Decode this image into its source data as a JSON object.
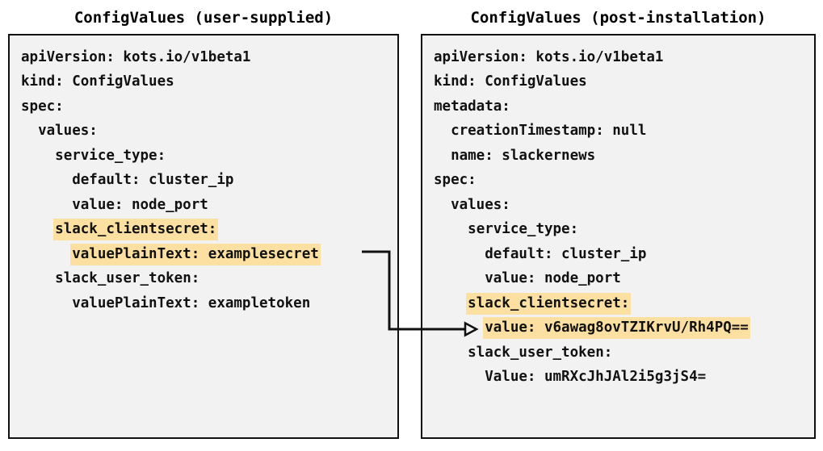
{
  "diagram": {
    "type": "two-panel-yaml-comparison",
    "background_color": "#ffffff",
    "panel_fill_color": "#f2f2f2",
    "panel_border_color": "#111111",
    "highlight_color": "#fce0a2",
    "text_color": "#111111",
    "annotation": "Arrow connects the user-supplied plaintext secret to the post-installation encrypted value"
  },
  "left_panel": {
    "title": "ConfigValues (user-supplied)",
    "lines": [
      {
        "text": "apiVersion: kots.io/v1beta1",
        "indent": 0,
        "highlight": false
      },
      {
        "text": "kind: ConfigValues",
        "indent": 0,
        "highlight": false
      },
      {
        "text": "spec:",
        "indent": 0,
        "highlight": false
      },
      {
        "text": "values:",
        "indent": 1,
        "highlight": false
      },
      {
        "text": "service_type:",
        "indent": 2,
        "highlight": false
      },
      {
        "text": "default: cluster_ip",
        "indent": 3,
        "highlight": false
      },
      {
        "text": "value: node_port",
        "indent": 3,
        "highlight": false
      },
      {
        "text": "slack_clientsecret:",
        "indent": 2,
        "highlight": true
      },
      {
        "text": "valuePlainText: examplesecret",
        "indent": 3,
        "highlight": true
      },
      {
        "text": "slack_user_token:",
        "indent": 2,
        "highlight": false
      },
      {
        "text": "valuePlainText: exampletoken",
        "indent": 3,
        "highlight": false
      }
    ]
  },
  "right_panel": {
    "title": "ConfigValues (post-installation)",
    "lines": [
      {
        "text": "apiVersion: kots.io/v1beta1",
        "indent": 0,
        "highlight": false
      },
      {
        "text": "kind: ConfigValues",
        "indent": 0,
        "highlight": false
      },
      {
        "text": "metadata:",
        "indent": 0,
        "highlight": false
      },
      {
        "text": "creationTimestamp: null",
        "indent": 1,
        "highlight": false
      },
      {
        "text": "name: slackernews",
        "indent": 1,
        "highlight": false
      },
      {
        "text": "spec:",
        "indent": 0,
        "highlight": false
      },
      {
        "text": "values:",
        "indent": 1,
        "highlight": false
      },
      {
        "text": "service_type:",
        "indent": 2,
        "highlight": false
      },
      {
        "text": "default: cluster_ip",
        "indent": 3,
        "highlight": false
      },
      {
        "text": "value: node_port",
        "indent": 3,
        "highlight": false
      },
      {
        "text": "slack_clientsecret:",
        "indent": 2,
        "highlight": true
      },
      {
        "text": "value: v6awag8ovTZIKrvU/Rh4PQ==",
        "indent": 3,
        "highlight": true
      },
      {
        "text": "slack_user_token:",
        "indent": 2,
        "highlight": false
      },
      {
        "text": "Value: umRXcJhJAl2i5g3jS4=",
        "indent": 3,
        "highlight": false
      }
    ]
  }
}
